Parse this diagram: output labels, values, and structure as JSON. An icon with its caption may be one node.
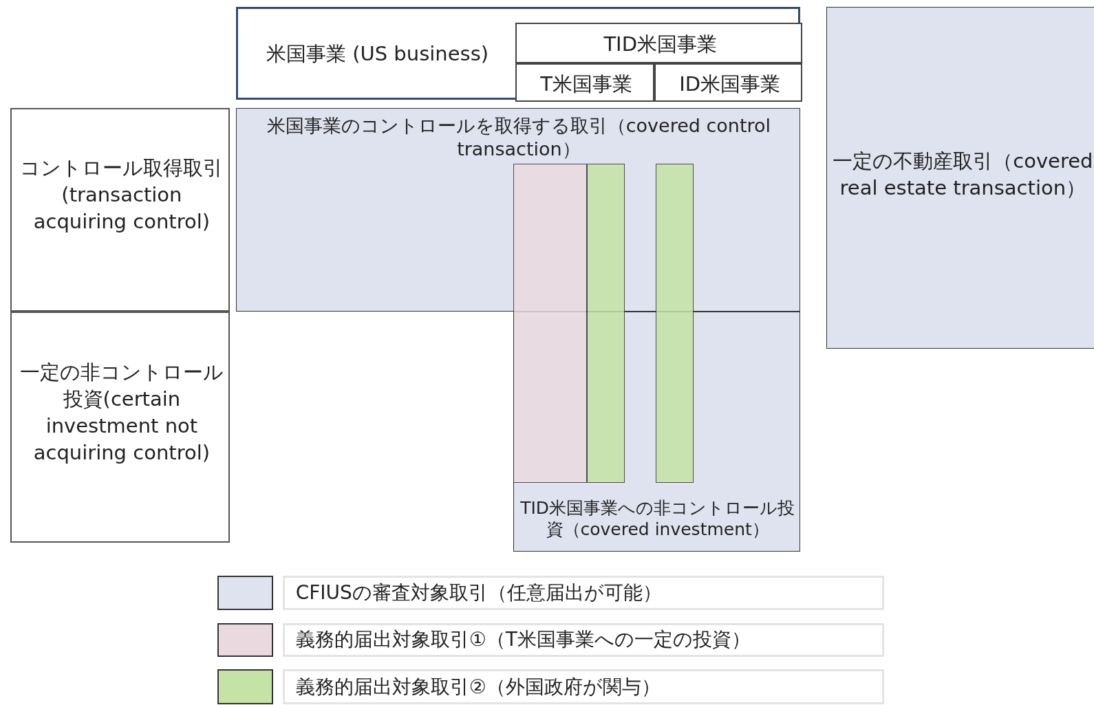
{
  "diagram": {
    "nodes": [
      {
        "text": [
          "米国事業 (US business)"
        ]
      },
      {
        "text": [
          "TID米国事業"
        ],
        "in": 0
      },
      {
        "text": [
          "T米国事業"
        ],
        "in": 0
      },
      {
        "text": [
          "ID米国事業"
        ],
        "in": 0
      },
      {
        "text": [
          "コントロール取得取引(transaction acquiring control)"
        ]
      },
      {
        "text": [
          "米国事業のコントロールを取得する取引（covered control transaction）"
        ]
      },
      {
        "text": [
          "一定の不動産取引（covered real estate transaction）"
        ]
      },
      {
        "text": [
          "一定の非コントロール投資(certain investment not acquiring control)"
        ]
      },
      {
        "text": [
          "TID米国事業への非コントロール投資（covered investment）"
        ]
      },
      {
        "text": [],
        "shape": "bar"
      },
      {
        "text": [],
        "shape": "bar"
      },
      {
        "text": [],
        "shape": "bar"
      }
    ],
    "legend": [
      {
        "text": "CFIUSの審査対象取引（任意届出が可能）",
        "color": "#dfe3ef"
      },
      {
        "text": "義務的届出対象取引①（T米国事業への一定の投資）",
        "color": "#eadadf"
      },
      {
        "text": "義務的届出対象取引②（外国政府が関与）",
        "color": "#c6e3a6"
      }
    ]
  }
}
